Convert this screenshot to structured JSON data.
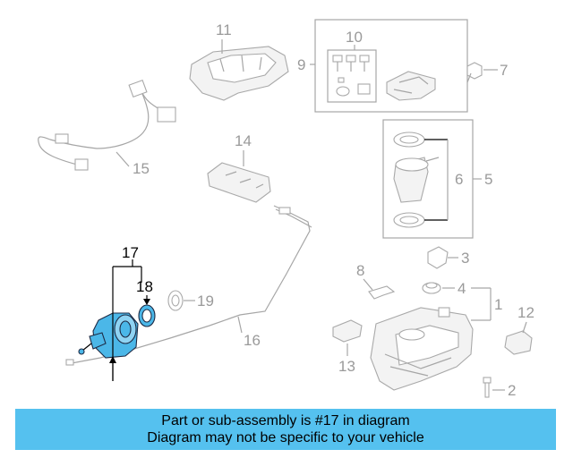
{
  "callouts": {
    "c1": "1",
    "c2": "2",
    "c3": "3",
    "c4": "4",
    "c5": "5",
    "c6": "6",
    "c7": "7",
    "c8": "8",
    "c9": "9",
    "c10": "10",
    "c11": "11",
    "c12": "12",
    "c13": "13",
    "c14": "14",
    "c15": "15",
    "c16": "16",
    "c17": "17",
    "c18": "18",
    "c19": "19"
  },
  "highlight_color": "#4bb7e8",
  "banner": {
    "line1": "Part or sub-assembly is #17 in diagram",
    "line2": "Diagram may not be specific to your vehicle",
    "background": "#55c1ef"
  }
}
